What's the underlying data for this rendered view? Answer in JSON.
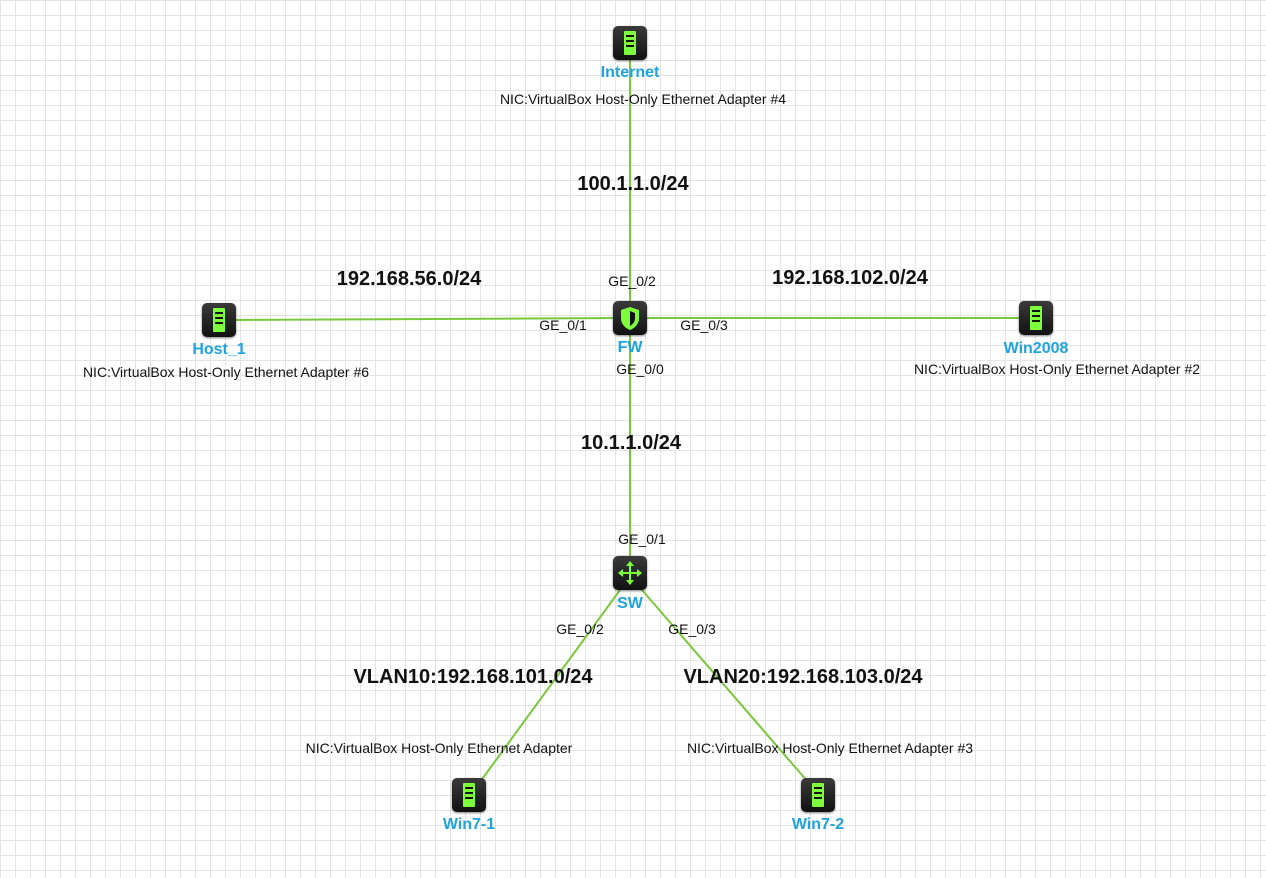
{
  "colors": {
    "link": "#78c83c",
    "node_label": "#1fa3e0",
    "icon_accent": "#7dff3c"
  },
  "nodes": {
    "internet": {
      "name": "Internet",
      "nic": "NIC:VirtualBox Host-Only Ethernet Adapter #4",
      "icon": "server-icon"
    },
    "host1": {
      "name": "Host_1",
      "nic": "NIC:VirtualBox Host-Only Ethernet Adapter #6",
      "icon": "server-icon"
    },
    "fw": {
      "name": "FW",
      "icon": "firewall-shield-icon"
    },
    "win2008": {
      "name": "Win2008",
      "nic": "NIC:VirtualBox Host-Only Ethernet Adapter #2",
      "icon": "server-icon"
    },
    "sw": {
      "name": "SW",
      "icon": "switch-arrows-icon"
    },
    "win71": {
      "name": "Win7-1",
      "nic": "NIC:VirtualBox Host-Only Ethernet Adapter",
      "icon": "server-icon"
    },
    "win72": {
      "name": "Win7-2",
      "nic": "NIC:VirtualBox Host-Only Ethernet Adapter #3",
      "icon": "server-icon"
    }
  },
  "ports": {
    "fw_ge02": "GE_0/2",
    "fw_ge01": "GE_0/1",
    "fw_ge03": "GE_0/3",
    "fw_ge00": "GE_0/0",
    "sw_ge01": "GE_0/1",
    "sw_ge02": "GE_0/2",
    "sw_ge03": "GE_0/3"
  },
  "subnets": {
    "internet_fw": "100.1.1.0/24",
    "host1_fw": "192.168.56.0/24",
    "fw_win2008": "192.168.102.0/24",
    "fw_sw": "10.1.1.0/24",
    "vlan10": "VLAN10:192.168.101.0/24",
    "vlan20": "VLAN20:192.168.103.0/24"
  }
}
